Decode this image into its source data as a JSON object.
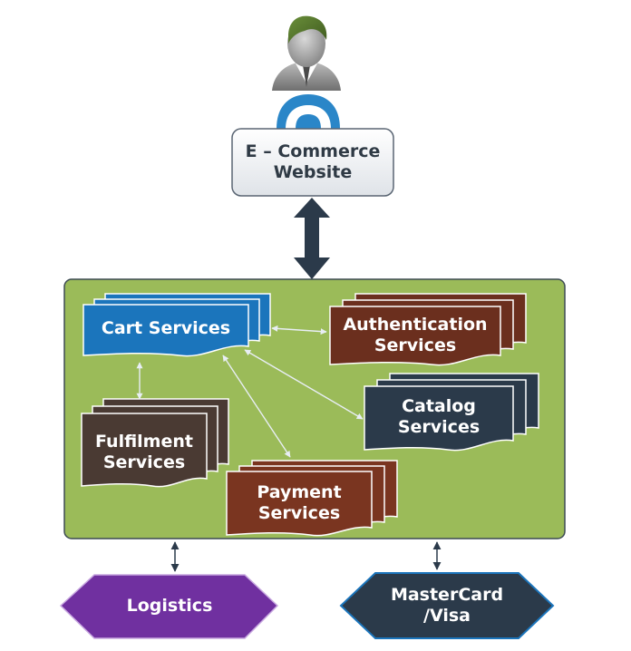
{
  "website": {
    "label": "E – Commerce\nWebsite"
  },
  "icons": {
    "user": "user-avatar-icon",
    "cloud": "cloud-connector-icon"
  },
  "services": {
    "cart": "Cart Services",
    "authentication": "Authentication\nServices",
    "catalog": "Catalog\nServices",
    "fulfilment": "Fulfilment\nServices",
    "payment": "Payment\nServices"
  },
  "external": {
    "logistics": "Logistics",
    "payment_gateway": "MasterCard\n/Visa"
  },
  "colors": {
    "container": "#9bbb59",
    "cart": "#1b75bc",
    "authentication": "#6b2f1e",
    "catalog": "#2b3a4a",
    "fulfilment": "#4a3a33",
    "payment": "#7a3520",
    "logistics": "#7030a0",
    "payment_gateway": "#2b3a4a",
    "arrow": "#2b3a4a"
  }
}
